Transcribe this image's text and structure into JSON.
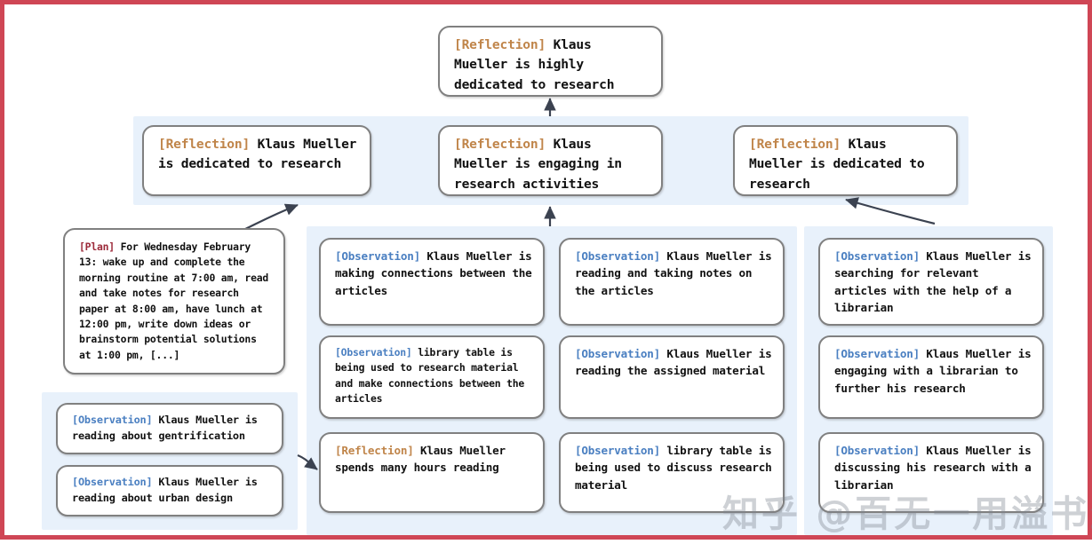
{
  "meta": {
    "frame_color": "#cf4655",
    "panel_color": "#e8f1fb",
    "node_border_color": "#808080",
    "tag_colors": {
      "reflection": "#c0854a",
      "observation": "#4a7fc1",
      "plan": "#9c2a3a"
    }
  },
  "watermark": {
    "text": "知乎 @百无一用溢书生"
  },
  "nodes": {
    "top_reflection": {
      "tag": "[Reflection]",
      "text": " Klaus Mueller is highly dedicated to research"
    },
    "mid_reflection_left": {
      "tag": "[Reflection]",
      "text": " Klaus Mueller is dedicated to research"
    },
    "mid_reflection_center": {
      "tag": "[Reflection]",
      "text": " Klaus Mueller is engaging in research activities"
    },
    "mid_reflection_right": {
      "tag": "[Reflection]",
      "text": " Klaus Mueller is dedicated to research"
    },
    "plan": {
      "tag": "[Plan]",
      "text": " For Wednesday February 13: wake up and complete the morning routine at 7:00 am, read and take notes for research paper at 8:00 am, have lunch at 12:00 pm, write down ideas or brainstorm potential solutions at 1:00 pm, [...]"
    },
    "col1_obs1": {
      "tag": "[Observation]",
      "text": " Klaus Mueller is making connections between the articles"
    },
    "col1_obs2": {
      "tag": "[Observation]",
      "text": " library table is being used to research material and make connections between the articles"
    },
    "col1_ref3": {
      "tag": "[Reflection]",
      "text": " Klaus Mueller spends many hours reading"
    },
    "col2_obs1": {
      "tag": "[Observation]",
      "text": " Klaus Mueller is reading and taking notes on the articles"
    },
    "col2_obs2": {
      "tag": "[Observation]",
      "text": " Klaus Mueller is reading the assigned material"
    },
    "col2_obs3": {
      "tag": "[Observation]",
      "text": " library table is being used to discuss research material"
    },
    "col3_obs1": {
      "tag": "[Observation]",
      "text": " Klaus Mueller is searching for relevant articles with the help of a librarian"
    },
    "col3_obs2": {
      "tag": "[Observation]",
      "text": " Klaus Mueller is engaging with a librarian to further his research"
    },
    "col3_obs3": {
      "tag": "[Observation]",
      "text": " Klaus Mueller is discussing his research with a librarian"
    },
    "bottom_obs1": {
      "tag": "[Observation]",
      "text": " Klaus Mueller is reading about gentrification"
    },
    "bottom_obs2": {
      "tag": "[Observation]",
      "text": " Klaus Mueller is reading about urban design"
    }
  }
}
